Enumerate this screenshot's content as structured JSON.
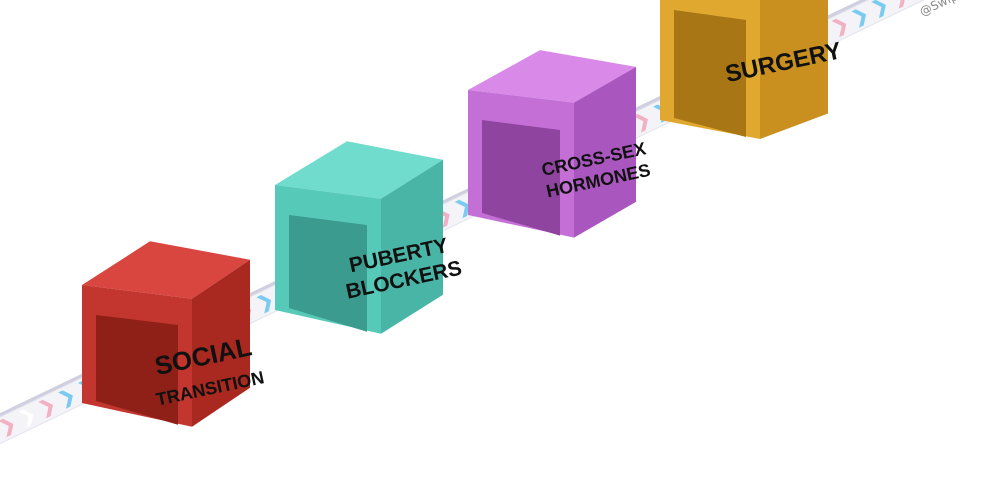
{
  "conveyor": {
    "rail_color": "#f4f4f8",
    "rail_shadow_color": "#cfcfe0",
    "chevron_colors": [
      "#6ec6f0",
      "#f2a9bd",
      "#ffffff",
      "#f2a9bd",
      "#6ec6f0"
    ]
  },
  "stations": [
    {
      "id": "social-transition",
      "lines": [
        "SOCIAL",
        "TRANSITION"
      ],
      "colors": {
        "top": "#d9453f",
        "front": "#c2362f",
        "side": "#a9281f",
        "inner": "#8f2018"
      }
    },
    {
      "id": "puberty-blockers",
      "lines": [
        "PUBERTY",
        "BLOCKERS"
      ],
      "colors": {
        "top": "#6fdccd",
        "front": "#56c9b9",
        "side": "#49b5a6",
        "inner": "#3b9b8e"
      }
    },
    {
      "id": "cross-sex-hormones",
      "lines": [
        "CROSS-SEX",
        "HORMONES"
      ],
      "colors": {
        "top": "#d98ae8",
        "front": "#c36fd6",
        "side": "#a957be",
        "inner": "#8f449f"
      }
    },
    {
      "id": "surgery",
      "lines": [
        "SURGERY"
      ],
      "colors": {
        "top": "#f2bd45",
        "front": "#e0a82e",
        "side": "#c98f1f",
        "inner": "#a87615"
      }
    }
  ],
  "watermark": {
    "text": "@Swip"
  }
}
